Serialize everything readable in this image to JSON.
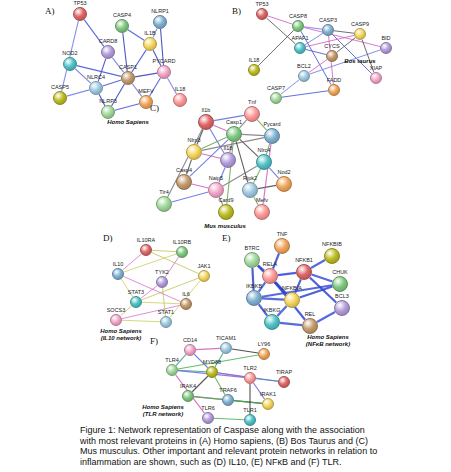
{
  "diagram": {
    "caption": "Figure 1: Network representation of Caspase along with the association with most relevant proteins in (A) Homo sapiens, (B) Bos Taurus and (C) Mus musculus. Other important and relevant protein networks in relation to inflammation are shown, such as (D) IL10, (E) NFκB and (F) TLR.",
    "nodes": [
      {
        "text": [
          "TP53"
        ]
      },
      {
        "text": [
          "CASP4"
        ]
      },
      {
        "text": [
          "NLRP1"
        ]
      },
      {
        "text": [
          "IL1B"
        ]
      },
      {
        "text": [
          "CARD8"
        ]
      },
      {
        "text": [
          "NOD2"
        ]
      },
      {
        "text": [
          "CASP1"
        ]
      },
      {
        "text": [
          "PYCARD"
        ]
      },
      {
        "text": [
          "NLRC4"
        ]
      },
      {
        "text": [
          "MEFV"
        ]
      },
      {
        "text": [
          "NLRP3"
        ]
      },
      {
        "text": [
          "CASP5"
        ]
      },
      {
        "text": [
          "IL18"
        ]
      },
      {
        "text": [
          "TP53"
        ]
      },
      {
        "text": [
          "CASP8"
        ]
      },
      {
        "text": [
          "CASP3"
        ]
      },
      {
        "text": [
          "CASP9"
        ]
      },
      {
        "text": [
          "BID"
        ]
      },
      {
        "text": [
          "APAF1"
        ]
      },
      {
        "text": [
          "CYCS"
        ]
      },
      {
        "text": [
          "XIAP"
        ]
      },
      {
        "text": [
          "BCL2"
        ]
      },
      {
        "text": [
          "FADD"
        ]
      },
      {
        "text": [
          "CASP7"
        ]
      },
      {
        "text": [
          "IL18"
        ]
      },
      {
        "text": [
          "Tnf"
        ]
      },
      {
        "text": [
          "Il1b"
        ]
      },
      {
        "text": [
          "Casp1"
        ]
      },
      {
        "text": [
          "Pycard"
        ]
      },
      {
        "text": [
          "Nlrp3"
        ]
      },
      {
        "text": [
          "Il18"
        ]
      },
      {
        "text": [
          "Nlrc4"
        ]
      },
      {
        "text": [
          "Casp4"
        ]
      },
      {
        "text": [
          "Naip5"
        ]
      },
      {
        "text": [
          "Ripk2"
        ]
      },
      {
        "text": [
          "Nod2"
        ]
      },
      {
        "text": [
          "Tlr4"
        ]
      },
      {
        "text": [
          "Card9"
        ]
      },
      {
        "text": [
          "Mefv"
        ]
      },
      {
        "text": [
          "IL10RA"
        ]
      },
      {
        "text": [
          "IL10RB"
        ]
      },
      {
        "text": [
          "IL10"
        ]
      },
      {
        "text": [
          "JAK1"
        ]
      },
      {
        "text": [
          "TYK2"
        ]
      },
      {
        "text": [
          "STAT3"
        ]
      },
      {
        "text": [
          "IL6"
        ]
      },
      {
        "text": [
          "SOCS3"
        ]
      },
      {
        "text": [
          "STAT1"
        ]
      },
      {
        "text": [
          "TNF"
        ]
      },
      {
        "text": [
          "BTRC"
        ]
      },
      {
        "text": [
          "NFKBIB"
        ]
      },
      {
        "text": [
          "RELA"
        ]
      },
      {
        "text": [
          "NFKB1"
        ]
      },
      {
        "text": [
          "CHUK"
        ]
      },
      {
        "text": [
          "IKBKB"
        ]
      },
      {
        "text": [
          "NFKBIA"
        ]
      },
      {
        "text": [
          "BCL3"
        ]
      },
      {
        "text": [
          "IKBKG"
        ]
      },
      {
        "text": [
          "REL"
        ]
      },
      {
        "text": [
          "CD14"
        ]
      },
      {
        "text": [
          "TICAM1"
        ]
      },
      {
        "text": [
          "LY96"
        ]
      },
      {
        "text": [
          "TLR4"
        ]
      },
      {
        "text": [
          "MYD88"
        ]
      },
      {
        "text": [
          "TLR2"
        ]
      },
      {
        "text": [
          "TIRAP"
        ]
      },
      {
        "text": [
          "IRAK4"
        ]
      },
      {
        "text": [
          "TRAF6"
        ]
      },
      {
        "text": [
          "IRAK1"
        ]
      },
      {
        "text": [
          "TLR6"
        ]
      },
      {
        "text": [
          "TLR1"
        ]
      }
    ],
    "edges": [
      {
        "from": 0,
        "to": 4,
        "arrow": "none"
      },
      {
        "from": 0,
        "to": 11,
        "arrow": "none"
      },
      {
        "from": 1,
        "to": 6,
        "arrow": "none"
      },
      {
        "from": 1,
        "to": 3,
        "arrow": "none"
      },
      {
        "from": 2,
        "to": 3,
        "arrow": "none"
      },
      {
        "from": 2,
        "to": 7,
        "arrow": "none"
      },
      {
        "from": 3,
        "to": 6,
        "arrow": "none"
      },
      {
        "from": 4,
        "to": 6,
        "arrow": "none"
      },
      {
        "from": 4,
        "to": 8,
        "arrow": "none"
      },
      {
        "from": 5,
        "to": 6,
        "arrow": "none"
      },
      {
        "from": 5,
        "to": 8,
        "arrow": "none"
      },
      {
        "from": 6,
        "to": 7,
        "arrow": "none"
      },
      {
        "from": 6,
        "to": 8,
        "arrow": "none"
      },
      {
        "from": 6,
        "to": 9,
        "arrow": "none"
      },
      {
        "from": 6,
        "to": 10,
        "arrow": "none"
      },
      {
        "from": 7,
        "to": 9,
        "arrow": "none"
      },
      {
        "from": 7,
        "to": 12,
        "arrow": "none"
      },
      {
        "from": 8,
        "to": 10,
        "arrow": "none"
      },
      {
        "from": 9,
        "to": 10,
        "arrow": "none"
      },
      {
        "from": 11,
        "to": 8,
        "arrow": "none"
      },
      {
        "from": 3,
        "to": 7,
        "arrow": "none"
      },
      {
        "from": 13,
        "to": 14,
        "arrow": "none"
      },
      {
        "from": 13,
        "to": 18,
        "arrow": "none"
      },
      {
        "from": 14,
        "to": 15,
        "arrow": "none"
      },
      {
        "from": 14,
        "to": 22,
        "arrow": "none"
      },
      {
        "from": 14,
        "to": 17,
        "arrow": "none"
      },
      {
        "from": 15,
        "to": 16,
        "arrow": "none"
      },
      {
        "from": 15,
        "to": 18,
        "arrow": "none"
      },
      {
        "from": 15,
        "to": 20,
        "arrow": "none"
      },
      {
        "from": 16,
        "to": 18,
        "arrow": "none"
      },
      {
        "from": 16,
        "to": 19,
        "arrow": "none"
      },
      {
        "from": 17,
        "to": 21,
        "arrow": "none"
      },
      {
        "from": 18,
        "to": 19,
        "arrow": "none"
      },
      {
        "from": 19,
        "to": 21,
        "arrow": "none"
      },
      {
        "from": 20,
        "to": 16,
        "arrow": "none"
      },
      {
        "from": 21,
        "to": 23,
        "arrow": "none"
      },
      {
        "from": 22,
        "to": 23,
        "arrow": "none"
      },
      {
        "from": 15,
        "to": 22,
        "arrow": "none"
      },
      {
        "from": 14,
        "to": 24,
        "arrow": "none"
      },
      {
        "from": 25,
        "to": 26,
        "arrow": "none"
      },
      {
        "from": 25,
        "to": 27,
        "arrow": "none"
      },
      {
        "from": 25,
        "to": 28,
        "arrow": "none"
      },
      {
        "from": 26,
        "to": 27,
        "arrow": "none"
      },
      {
        "from": 26,
        "to": 29,
        "arrow": "none"
      },
      {
        "from": 26,
        "to": 30,
        "arrow": "none"
      },
      {
        "from": 27,
        "to": 28,
        "arrow": "none"
      },
      {
        "from": 27,
        "to": 29,
        "arrow": "none"
      },
      {
        "from": 27,
        "to": 30,
        "arrow": "none"
      },
      {
        "from": 27,
        "to": 31,
        "arrow": "none"
      },
      {
        "from": 27,
        "to": 32,
        "arrow": "none"
      },
      {
        "from": 28,
        "to": 29,
        "arrow": "none"
      },
      {
        "from": 28,
        "to": 31,
        "arrow": "none"
      },
      {
        "from": 29,
        "to": 30,
        "arrow": "none"
      },
      {
        "from": 29,
        "to": 32,
        "arrow": "none"
      },
      {
        "from": 30,
        "to": 33,
        "arrow": "none"
      },
      {
        "from": 31,
        "to": 33,
        "arrow": "none"
      },
      {
        "from": 31,
        "to": 34,
        "arrow": "none"
      },
      {
        "from": 32,
        "to": 33,
        "arrow": "none"
      },
      {
        "from": 34,
        "to": 35,
        "arrow": "none"
      },
      {
        "from": 33,
        "to": 36,
        "arrow": "none"
      },
      {
        "from": 36,
        "to": 26,
        "arrow": "none"
      },
      {
        "from": 37,
        "to": 27,
        "arrow": "none"
      },
      {
        "from": 38,
        "to": 28,
        "arrow": "none"
      },
      {
        "from": 34,
        "to": 27,
        "arrow": "none"
      },
      {
        "from": 35,
        "to": 31,
        "arrow": "none"
      },
      {
        "from": 37,
        "to": 33,
        "arrow": "none"
      },
      {
        "from": 38,
        "to": 34,
        "arrow": "none"
      },
      {
        "from": 39,
        "to": 40,
        "arrow": "none"
      },
      {
        "from": 39,
        "to": 41,
        "arrow": "none"
      },
      {
        "from": 40,
        "to": 41,
        "arrow": "none"
      },
      {
        "from": 39,
        "to": 42,
        "arrow": "none"
      },
      {
        "from": 40,
        "to": 43,
        "arrow": "none"
      },
      {
        "from": 41,
        "to": 44,
        "arrow": "none"
      },
      {
        "from": 42,
        "to": 44,
        "arrow": "none"
      },
      {
        "from": 43,
        "to": 44,
        "arrow": "none"
      },
      {
        "from": 44,
        "to": 45,
        "arrow": "none"
      },
      {
        "from": 44,
        "to": 46,
        "arrow": "none"
      },
      {
        "from": 45,
        "to": 46,
        "arrow": "none"
      },
      {
        "from": 42,
        "to": 47,
        "arrow": "none"
      },
      {
        "from": 43,
        "to": 47,
        "arrow": "none"
      },
      {
        "from": 41,
        "to": 45,
        "arrow": "none"
      },
      {
        "from": 46,
        "to": 47,
        "arrow": "none"
      },
      {
        "from": 48,
        "to": 51,
        "arrow": "none"
      },
      {
        "from": 49,
        "to": 51,
        "arrow": "none"
      },
      {
        "from": 49,
        "to": 55,
        "arrow": "none"
      },
      {
        "from": 50,
        "to": 52,
        "arrow": "none"
      },
      {
        "from": 51,
        "to": 52,
        "arrow": "none"
      },
      {
        "from": 51,
        "to": 54,
        "arrow": "none"
      },
      {
        "from": 51,
        "to": 55,
        "arrow": "none"
      },
      {
        "from": 52,
        "to": 53,
        "arrow": "none"
      },
      {
        "from": 52,
        "to": 55,
        "arrow": "none"
      },
      {
        "from": 53,
        "to": 54,
        "arrow": "none"
      },
      {
        "from": 53,
        "to": 55,
        "arrow": "none"
      },
      {
        "from": 54,
        "to": 55,
        "arrow": "none"
      },
      {
        "from": 54,
        "to": 57,
        "arrow": "none"
      },
      {
        "from": 55,
        "to": 57,
        "arrow": "none"
      },
      {
        "from": 52,
        "to": 56,
        "arrow": "none"
      },
      {
        "from": 56,
        "to": 58,
        "arrow": "none"
      },
      {
        "from": 51,
        "to": 58,
        "arrow": "none"
      },
      {
        "from": 57,
        "to": 58,
        "arrow": "none"
      },
      {
        "from": 49,
        "to": 54,
        "arrow": "none"
      },
      {
        "from": 59,
        "to": 62,
        "arrow": "none"
      },
      {
        "from": 59,
        "to": 63,
        "arrow": "none"
      },
      {
        "from": 59,
        "to": 60,
        "arrow": "none"
      },
      {
        "from": 60,
        "to": 61,
        "arrow": "none"
      },
      {
        "from": 61,
        "to": 62,
        "arrow": "none"
      },
      {
        "from": 62,
        "to": 63,
        "arrow": "none"
      },
      {
        "from": 62,
        "to": 64,
        "arrow": "none"
      },
      {
        "from": 63,
        "to": 64,
        "arrow": "none"
      },
      {
        "from": 63,
        "to": 66,
        "arrow": "none"
      },
      {
        "from": 63,
        "to": 67,
        "arrow": "none"
      },
      {
        "from": 64,
        "to": 65,
        "arrow": "none"
      },
      {
        "from": 64,
        "to": 68,
        "arrow": "none"
      },
      {
        "from": 66,
        "to": 67,
        "arrow": "none"
      },
      {
        "from": 67,
        "to": 68,
        "arrow": "none"
      },
      {
        "from": 66,
        "to": 68,
        "arrow": "none"
      },
      {
        "from": 63,
        "to": 60,
        "arrow": "none"
      },
      {
        "from": 65,
        "to": 63,
        "arrow": "none"
      },
      {
        "from": 62,
        "to": 69,
        "arrow": "none"
      },
      {
        "from": 64,
        "to": 70,
        "arrow": "none"
      },
      {
        "from": 69,
        "to": 70,
        "arrow": "none"
      }
    ],
    "labels": [
      "A)",
      "B)",
      "C)",
      "D)",
      "E)",
      "F)",
      "Homo Sapiens",
      "Bos taurus",
      "Mus musculus",
      "Homo Sapiens (IL10 network)",
      "Homo Sapiens (NFκB network)",
      "Homo Sapiens (TLR network)"
    ]
  }
}
